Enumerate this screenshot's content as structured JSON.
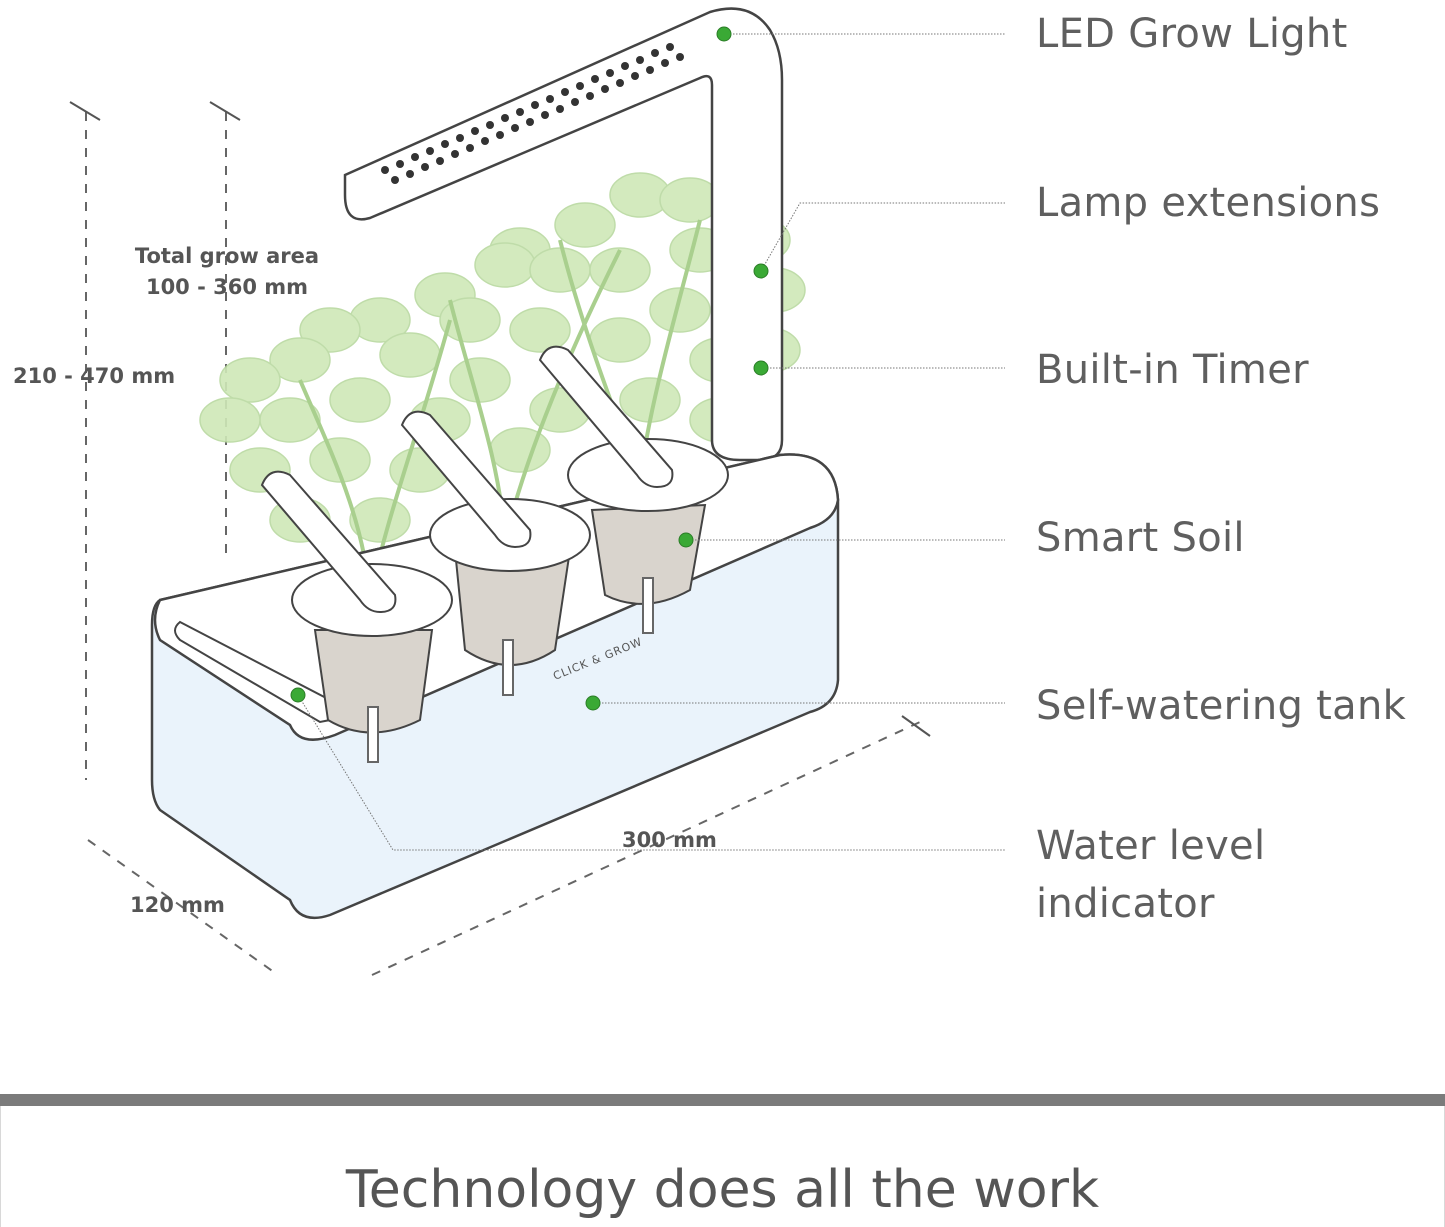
{
  "callouts": {
    "led_grow_light": "LED Grow Light",
    "lamp_extensions": "Lamp extensions",
    "built_in_timer": "Built-in Timer",
    "smart_soil": "Smart Soil",
    "self_watering_tank": "Self-watering tank",
    "water_level_line1": "Water level",
    "water_level_line2": "indicator"
  },
  "dimensions": {
    "total_grow_area_line1": "Total grow area",
    "total_grow_area_line2": "100 - 360 mm",
    "height": "210 - 470 mm",
    "depth": "120 mm",
    "width": "300 mm"
  },
  "brand_on_tank": "CLICK & GROW",
  "tagline": "Technology does all the work",
  "colors": {
    "callout_dot": "#3aa935",
    "leaf_fill": "#cfe8b8",
    "text": "#5f5f5f",
    "footer_bar": "#7b7b7b"
  }
}
